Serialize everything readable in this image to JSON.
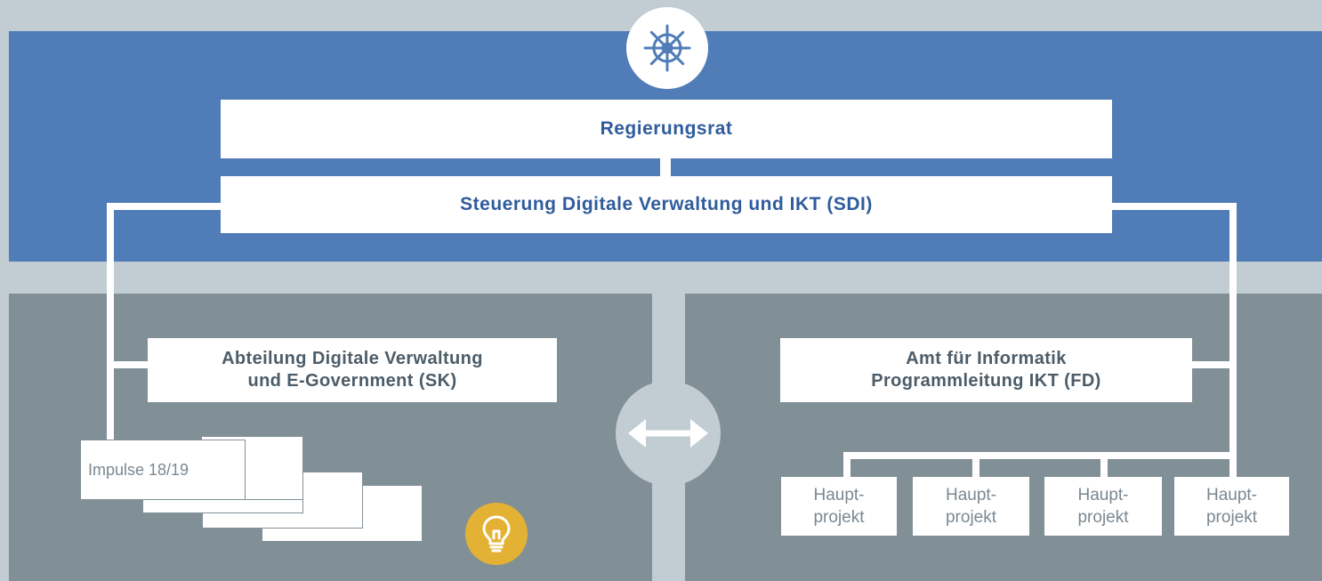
{
  "icons": {
    "top": "ship-wheel-icon",
    "middle": "double-arrow-icon",
    "bottom": "lightbulb-icon"
  },
  "colors": {
    "top_band": "#507db8",
    "panels": "#818f97",
    "background": "#c2ccd3",
    "accent_bulb": "#e3b234",
    "heading_text": "#2f5c9c"
  },
  "top": {
    "regierungsrat": "Regierungsrat",
    "sdi": "Steuerung Digitale Verwaltung und IKT (SDI)"
  },
  "left": {
    "title_line1": "Abteilung Digitale Verwaltung",
    "title_line2": "und E-Government (SK)",
    "impulse_label": "Impulse 18/19"
  },
  "right": {
    "title_line1": "Amt für Informatik",
    "title_line2": "Programmleitung IKT (FD)",
    "projects": [
      {
        "line1": "Haupt-",
        "line2": "projekt"
      },
      {
        "line1": "Haupt-",
        "line2": "projekt"
      },
      {
        "line1": "Haupt-",
        "line2": "projekt"
      },
      {
        "line1": "Haupt-",
        "line2": "projekt"
      }
    ]
  }
}
